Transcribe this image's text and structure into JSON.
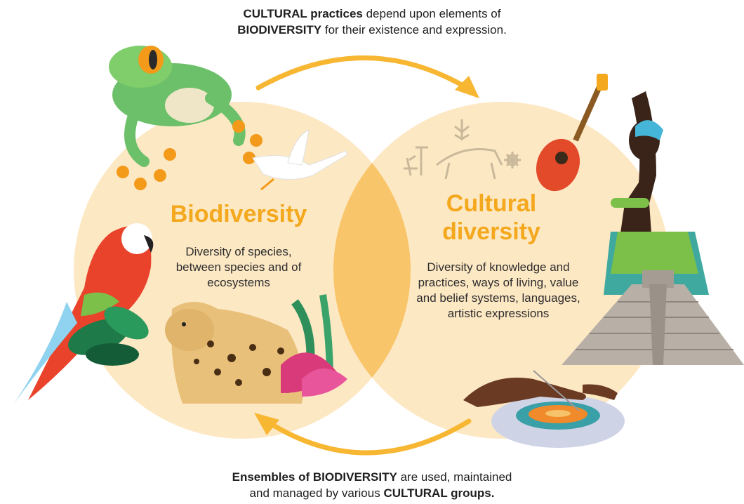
{
  "caption_top": {
    "line1_bold": "CULTURAL practices",
    "line1_rest": " depend upon elements of",
    "line2_bold": "BIODIVERSITY",
    "line2_rest": " for their existence and expression."
  },
  "caption_bottom": {
    "line1_bold": "Ensembles of BIODIVERSITY",
    "line1_rest": " are used, maintained",
    "line2_rest": "and managed by various ",
    "line2_bold": "CULTURAL groups."
  },
  "biodiversity": {
    "title": "Biodiversity",
    "description": "Diversity of species, between species and of ecosystems"
  },
  "cultural": {
    "title_line1": "Cultural",
    "title_line2": "diversity",
    "description": "Diversity of knowledge and practices, ways of living, value and belief systems, languages, artistic expressions"
  },
  "colors": {
    "title": "#f4a81d",
    "circle_fill": "#fde8c4",
    "overlap_fill": "#f9c56a",
    "arrow": "#f7b733"
  },
  "illustrations": [
    "frog-icon",
    "bird-icon",
    "parrot-icon",
    "jaguar-icon",
    "plant-icon",
    "rock-art-icon",
    "guitar-icon",
    "dancer-icon",
    "pyramid-icon",
    "dish-icon",
    "hand-icon"
  ]
}
